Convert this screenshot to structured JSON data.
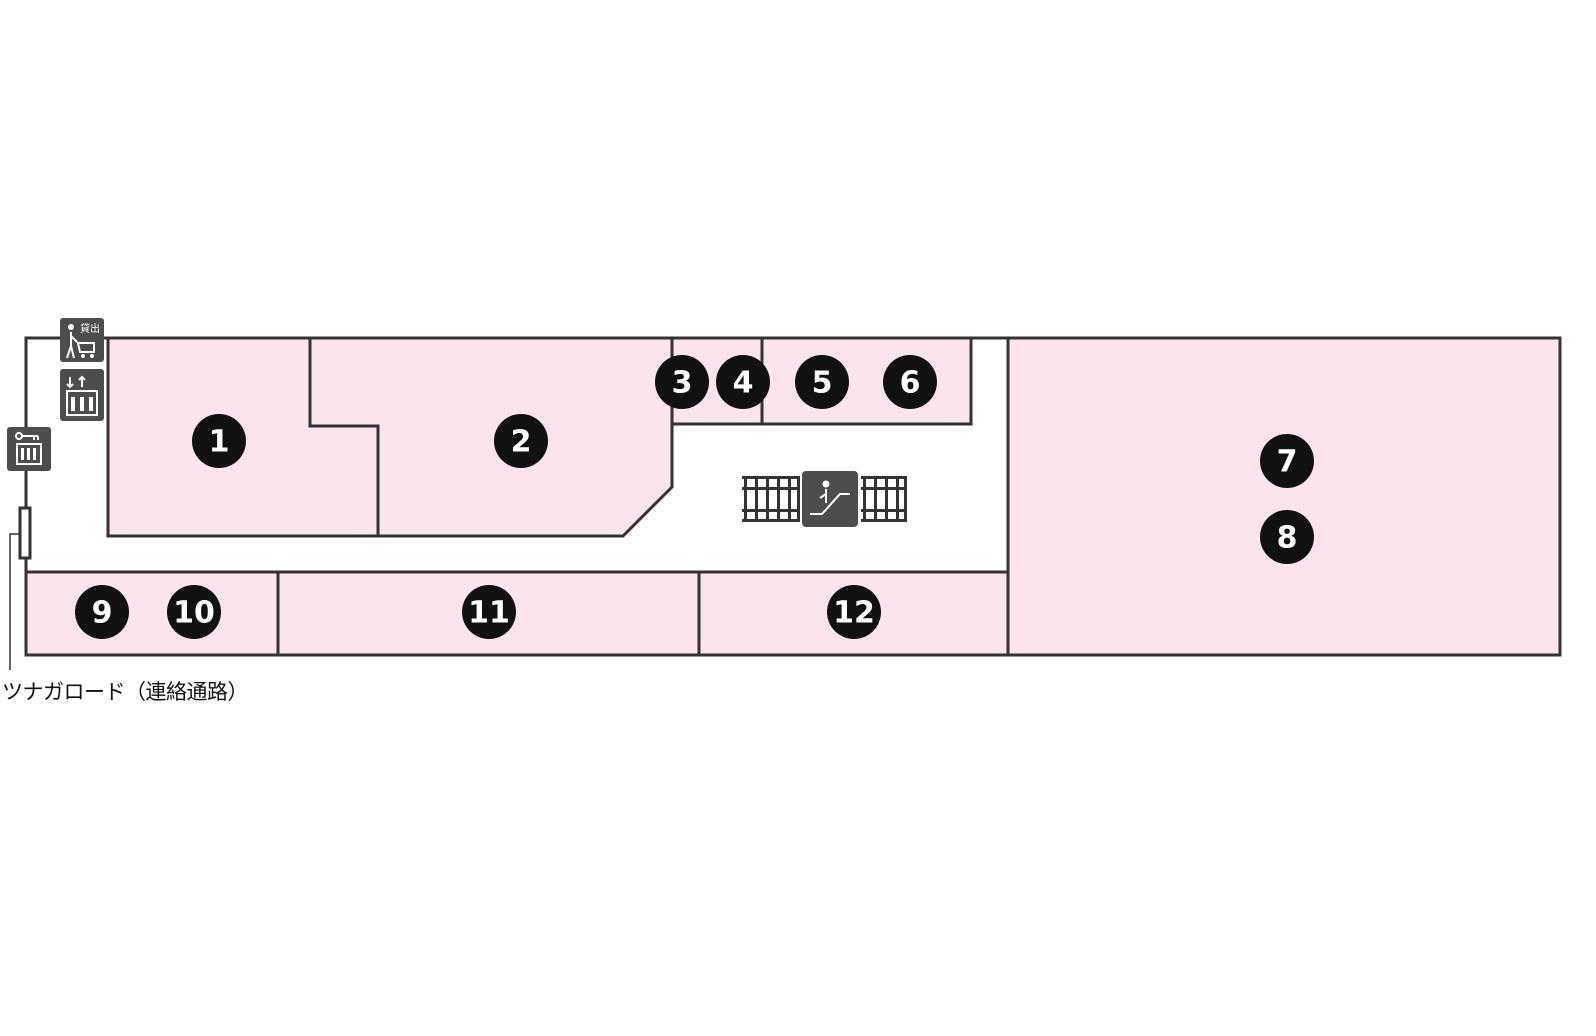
{
  "colors": {
    "shop_fill": "#fce4ee",
    "wall": "#333333",
    "badge": "#111111",
    "badge_text": "#ffffff",
    "icon_bg": "#4d4d4d"
  },
  "shops": [
    {
      "id": "shop-1",
      "label": "1"
    },
    {
      "id": "shop-2",
      "label": "2"
    },
    {
      "id": "shop-3",
      "label": "3"
    },
    {
      "id": "shop-4",
      "label": "4"
    },
    {
      "id": "shop-5",
      "label": "5"
    },
    {
      "id": "shop-6",
      "label": "6"
    },
    {
      "id": "shop-7",
      "label": "7"
    },
    {
      "id": "shop-8",
      "label": "8"
    },
    {
      "id": "shop-9",
      "label": "9"
    },
    {
      "id": "shop-10",
      "label": "10"
    },
    {
      "id": "shop-11",
      "label": "11"
    },
    {
      "id": "shop-12",
      "label": "12"
    }
  ],
  "icons": {
    "stroller_rental": {
      "name": "stroller-rental-icon",
      "text": "貸出"
    },
    "elevator": {
      "name": "elevator-icon"
    },
    "coin_locker": {
      "name": "coin-locker-icon"
    },
    "escalator": {
      "name": "escalator-icon"
    }
  },
  "connector": {
    "label": "ツナガロード（連絡通路）"
  }
}
